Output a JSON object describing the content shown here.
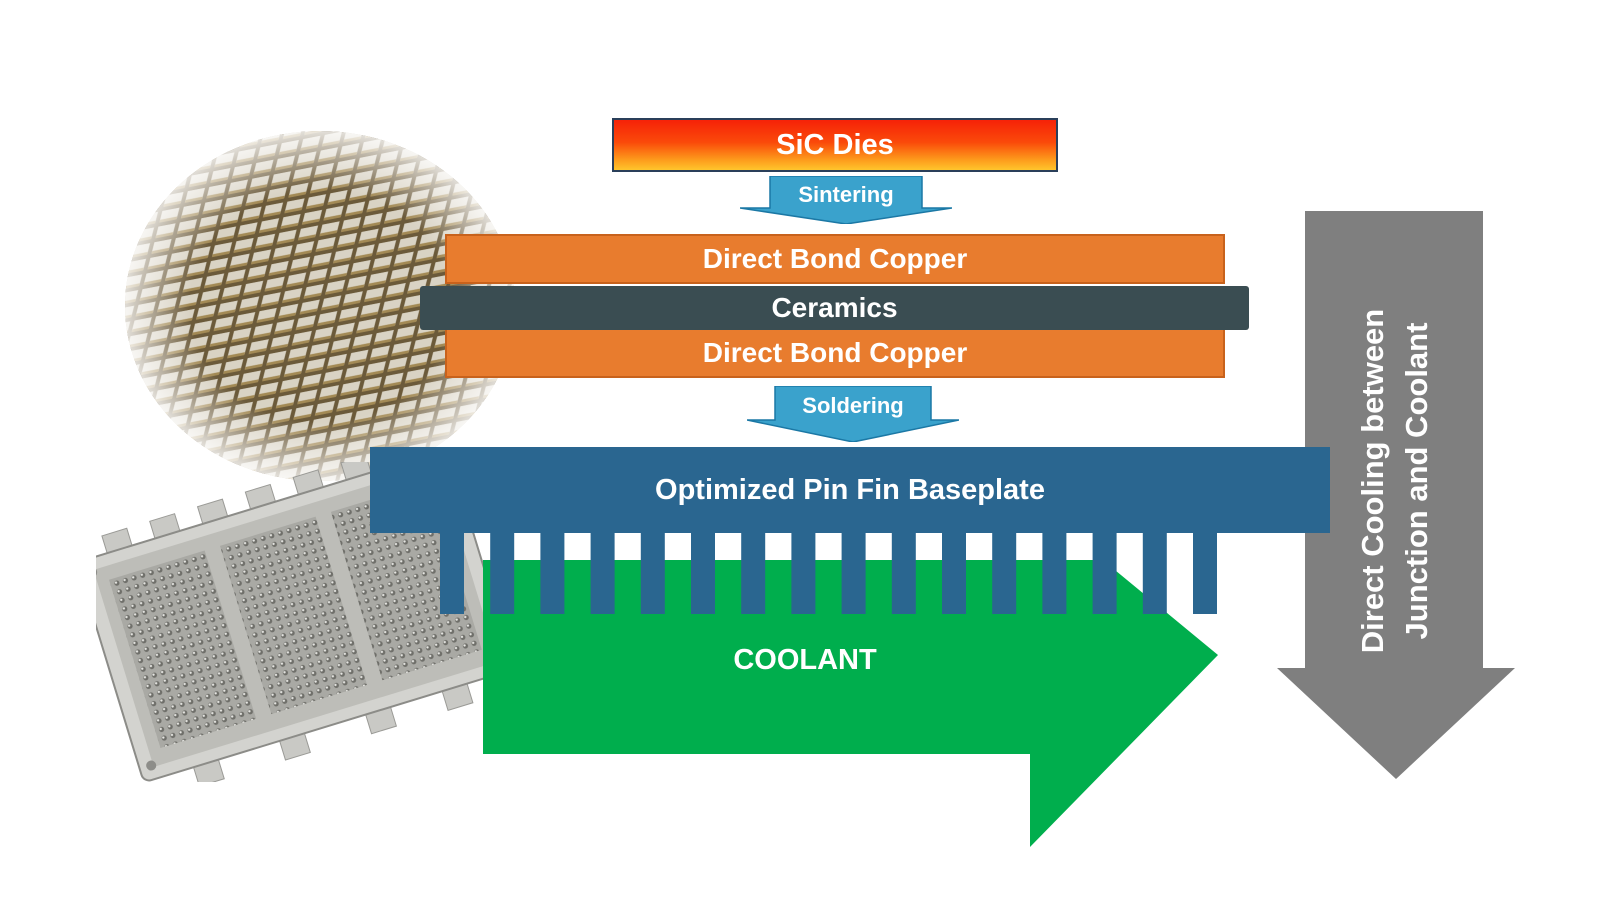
{
  "diagram": {
    "sic_dies": "SiC Dies",
    "sintering": "Sintering",
    "dbc_top": "Direct Bond Copper",
    "ceramics": "Ceramics",
    "dbc_bottom": "Direct Bond Copper",
    "soldering": "Soldering",
    "baseplate": "Optimized Pin Fin Baseplate",
    "coolant": "COOLANT",
    "side_arrow_line1": "Direct Cooling between",
    "side_arrow_line2": "Junction and Coolant"
  },
  "colors": {
    "sic_top": "#f62208",
    "sic_bottom": "#ffc52c",
    "sintering_blue": "#3aa2cc",
    "copper_orange": "#e87c2e",
    "ceramics_gray": "#3a4d52",
    "baseplate_blue": "#2a6690",
    "coolant_green": "#00ae4d",
    "side_arrow_gray": "#7f7f7f"
  },
  "images": {
    "wafer": "sic-wafer-photo",
    "module": "pin-fin-power-module-photo"
  }
}
